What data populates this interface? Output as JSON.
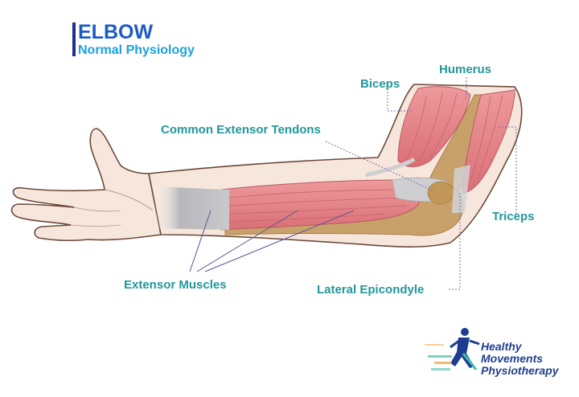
{
  "title": {
    "main": "ELBOW",
    "sub": "Normal Physiology"
  },
  "labels": {
    "humerus": "Humerus",
    "biceps": "Biceps",
    "common_extensor_tendons": "Common Extensor Tendons",
    "triceps": "Triceps",
    "extensor_muscles": "Extensor Muscles",
    "lateral_epicondyle": "Lateral Epicondyle"
  },
  "logo": {
    "line1": "Healthy",
    "line2": "Movements",
    "line3": "Physiotherapy"
  },
  "colors": {
    "label": "#23979a",
    "title_main": "#1d5bc4",
    "title_sub": "#1ea0e0",
    "title_bar": "#1c2f8c",
    "muscle": "#e5868a",
    "bone": "#c8a16a",
    "skin": "#f7e6dc",
    "leader": "#7a6fa8"
  }
}
